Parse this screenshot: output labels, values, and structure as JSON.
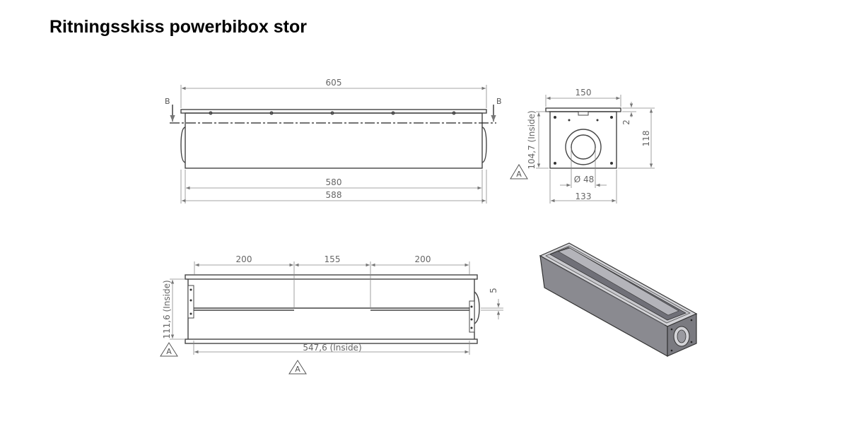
{
  "title": "Ritningsskiss powerbibox stor",
  "colors": {
    "line": "#444444",
    "dimension": "#888888",
    "box_side": "#8a8a90",
    "box_top": "#d4d4d8"
  },
  "front_view": {
    "dim_top": "605",
    "dim_inner": "580",
    "dim_outer": "588",
    "section_left": "B",
    "section_right": "B"
  },
  "side_view": {
    "dim_top": "150",
    "dim_bottom": "133",
    "dim_diameter": "Ø 48",
    "dim_depth_inside": "104,7 (Inside)",
    "dim_height": "118",
    "dim_flange": "2",
    "view_marker": "A"
  },
  "top_view": {
    "dim_left": "200",
    "dim_middle": "155",
    "dim_right": "200",
    "dim_width_inside": "111,6 (Inside)",
    "dim_length_inside": "547,6 (Inside)",
    "dim_gap": "5",
    "view_marker_left": "A",
    "view_marker_bottom": "A"
  }
}
